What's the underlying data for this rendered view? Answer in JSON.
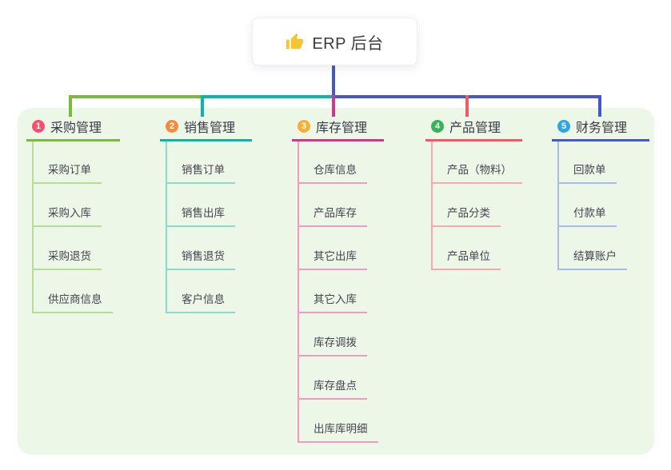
{
  "root": {
    "label": "ERP 后台",
    "icon": "thumbs-up-icon"
  },
  "colors": {
    "panel_bg": "#edf7e8",
    "root_connector": "#4458c7",
    "root_text": "#3b3b46",
    "thumb_icon": "#f7c531"
  },
  "branches": [
    {
      "index": "1",
      "label": "采购管理",
      "badge_color": "#f4516c",
      "line_color": "#7cb93f",
      "child_line_color": "#b9dc95",
      "children": [
        "采购订单",
        "采购入库",
        "采购退货",
        "供应商信息"
      ]
    },
    {
      "index": "2",
      "label": "销售管理",
      "badge_color": "#f78b3d",
      "line_color": "#0db5a5",
      "child_line_color": "#8fd9cd",
      "children": [
        "销售订单",
        "销售出库",
        "销售退货",
        "客户信息"
      ]
    },
    {
      "index": "3",
      "label": "库存管理",
      "badge_color": "#f6b035",
      "line_color": "#d1378f",
      "child_line_color": "#ee9ac6",
      "children": [
        "仓库信息",
        "产品库存",
        "其它出库",
        "其它入库",
        "库存调拨",
        "库存盘点",
        "出库库明细"
      ]
    },
    {
      "index": "4",
      "label": "产品管理",
      "badge_color": "#35b558",
      "line_color": "#f4566a",
      "child_line_color": "#f8a8ae",
      "children": [
        "产品（物料）",
        "产品分类",
        "产品单位"
      ]
    },
    {
      "index": "5",
      "label": "财务管理",
      "badge_color": "#2fa7de",
      "line_color": "#4458c7",
      "child_line_color": "#a9bbe8",
      "children": [
        "回款单",
        "付款单",
        "结算账户"
      ]
    }
  ]
}
